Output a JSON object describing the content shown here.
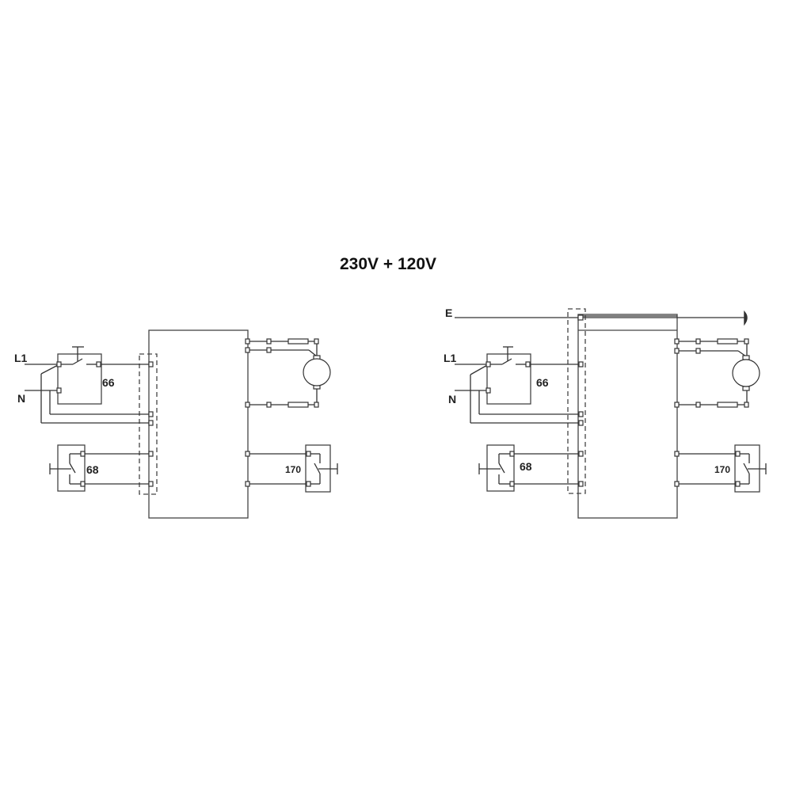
{
  "title": "230V + 120V",
  "left_diagram": {
    "inputs": {
      "line": "L1",
      "neutral": "N"
    },
    "thermostat_control": "66",
    "thermostat_safety": "68",
    "thermostat_right": "170"
  },
  "right_diagram": {
    "inputs": {
      "earth": "E",
      "line": "L1",
      "neutral": "N"
    },
    "thermostat_control": "66",
    "thermostat_safety": "68",
    "thermostat_right": "170"
  },
  "icons": [
    "motor-icon",
    "resistor-icon",
    "switch-icon",
    "earth-ground-icon",
    "terminal-icon"
  ]
}
